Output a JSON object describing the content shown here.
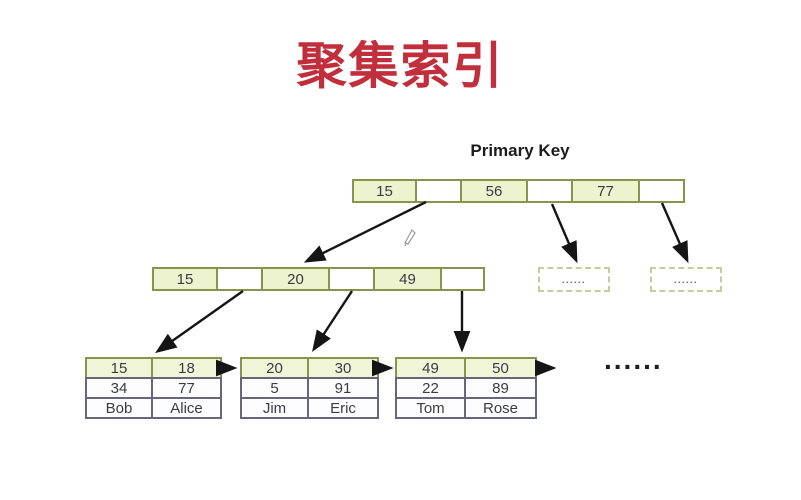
{
  "title": "聚集索引",
  "labels": {
    "primary_key": "Primary Key",
    "ellipsis": "......",
    "dashed_box_1": "......",
    "dashed_box_2": "......"
  },
  "colors": {
    "title_red": "#c22f3c",
    "node_border_olive": "#87944c",
    "node_fill_green": "#edf2cf",
    "leaf_row_border": "#67677c",
    "arrow_black": "#151515"
  },
  "root_node": {
    "cells": [
      "15",
      "",
      "56",
      "",
      "77",
      ""
    ]
  },
  "internal_node": {
    "cells": [
      "15",
      "",
      "20",
      "",
      "49",
      ""
    ]
  },
  "leaf_tables": [
    {
      "rows": [
        [
          "15",
          "18"
        ],
        [
          "34",
          "77"
        ],
        [
          "Bob",
          "Alice"
        ]
      ]
    },
    {
      "rows": [
        [
          "20",
          "30"
        ],
        [
          "5",
          "91"
        ],
        [
          "Jim",
          "Eric"
        ]
      ]
    },
    {
      "rows": [
        [
          "49",
          "50"
        ],
        [
          "22",
          "89"
        ],
        [
          "Tom",
          "Rose"
        ]
      ]
    }
  ]
}
